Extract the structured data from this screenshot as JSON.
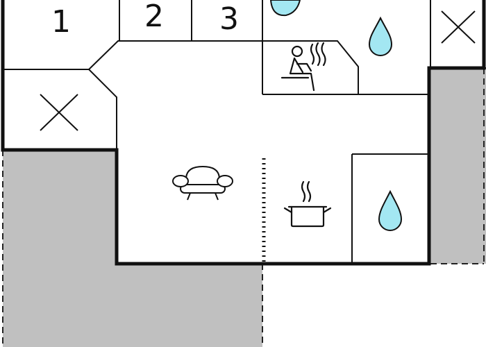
{
  "floorplan": {
    "room_labels": [
      "1",
      "2",
      "3"
    ],
    "icons": {
      "sofa": "sofa-icon",
      "sauna": "sauna-icon",
      "kitchen": "cooking-pot-icon",
      "bathroom": "water-drop-icon",
      "storage": "x-cross-icon"
    },
    "colors": {
      "wall": "#111111",
      "outdoor": "#c0c0c0",
      "water": "#a3e7f2",
      "background": "#ffffff"
    }
  }
}
